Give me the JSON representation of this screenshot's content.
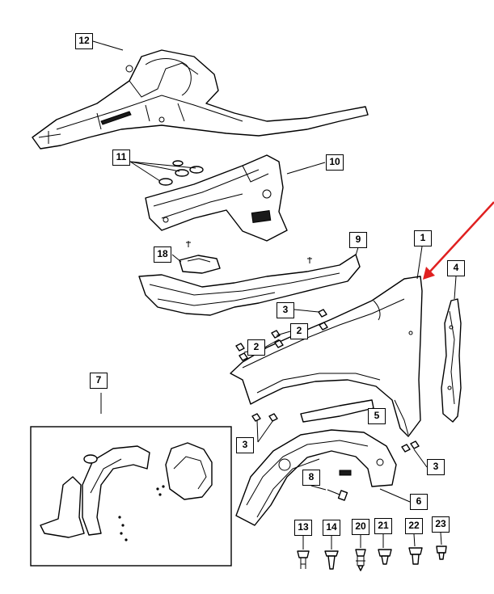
{
  "diagram": {
    "callouts": [
      {
        "id": "c12",
        "label": "12"
      },
      {
        "id": "c11",
        "label": "11"
      },
      {
        "id": "c10",
        "label": "10"
      },
      {
        "id": "c18",
        "label": "18"
      },
      {
        "id": "c9",
        "label": "9"
      },
      {
        "id": "c1",
        "label": "1"
      },
      {
        "id": "c4",
        "label": "4"
      },
      {
        "id": "c3a",
        "label": "3"
      },
      {
        "id": "c2a",
        "label": "2"
      },
      {
        "id": "c2b",
        "label": "2"
      },
      {
        "id": "c7",
        "label": "7"
      },
      {
        "id": "c5",
        "label": "5"
      },
      {
        "id": "c3b",
        "label": "3"
      },
      {
        "id": "c3c",
        "label": "3"
      },
      {
        "id": "c8",
        "label": "8"
      },
      {
        "id": "c6",
        "label": "6"
      },
      {
        "id": "c13",
        "label": "13"
      },
      {
        "id": "c14",
        "label": "14"
      },
      {
        "id": "c20",
        "label": "20"
      },
      {
        "id": "c21",
        "label": "21"
      },
      {
        "id": "c22",
        "label": "22"
      },
      {
        "id": "c23",
        "label": "23"
      }
    ],
    "colors": {
      "line": "#000000",
      "background": "#ffffff",
      "arrow": "#e02020"
    }
  }
}
